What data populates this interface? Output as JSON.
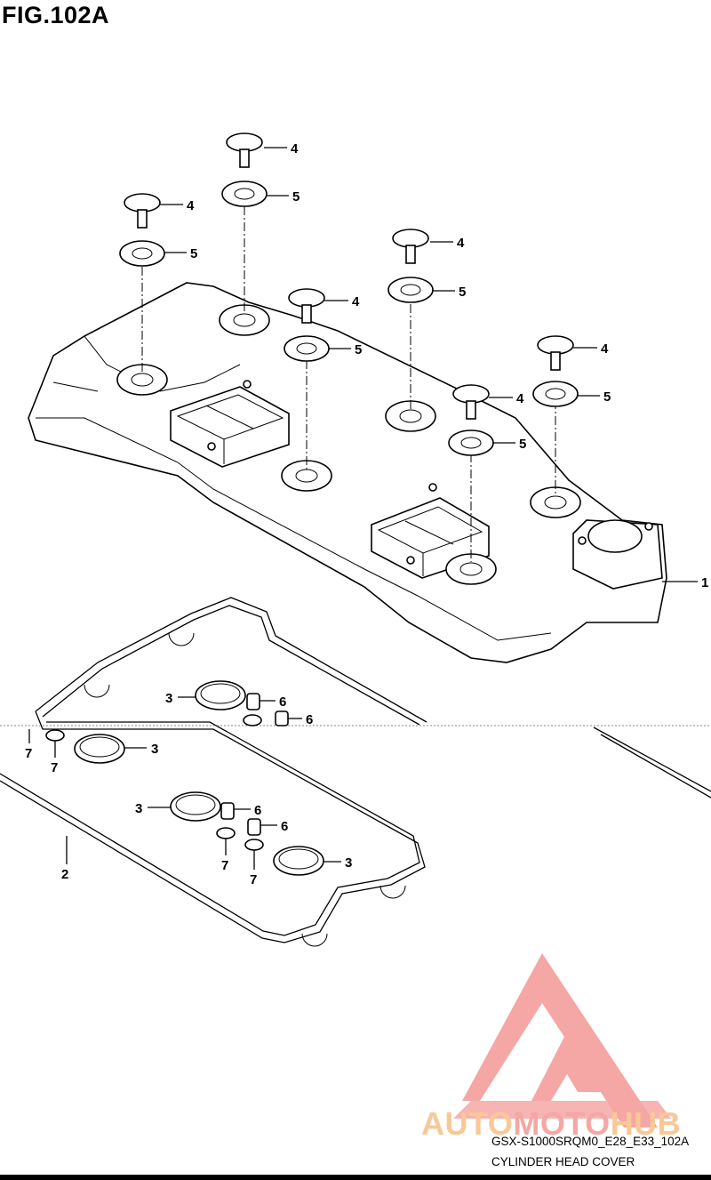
{
  "figure": {
    "title": "FIG.102A",
    "code": "GSX-S1000SRQM0_E28_E33_102A",
    "name": "CYLINDER HEAD COVER"
  },
  "watermark": {
    "logo_text_part1": "AUTO",
    "logo_text_part2": "MOTO",
    "logo_text_part3": "HUB",
    "colors": {
      "triangle": "#f4a7a4",
      "auto": "#f9c897",
      "moto": "#f4a7a4",
      "hub": "#f9c897"
    }
  },
  "callouts": {
    "c1": "1",
    "c2": "2",
    "c3": "3",
    "c4": "4",
    "c5": "5",
    "c6": "6",
    "c7": "7"
  }
}
